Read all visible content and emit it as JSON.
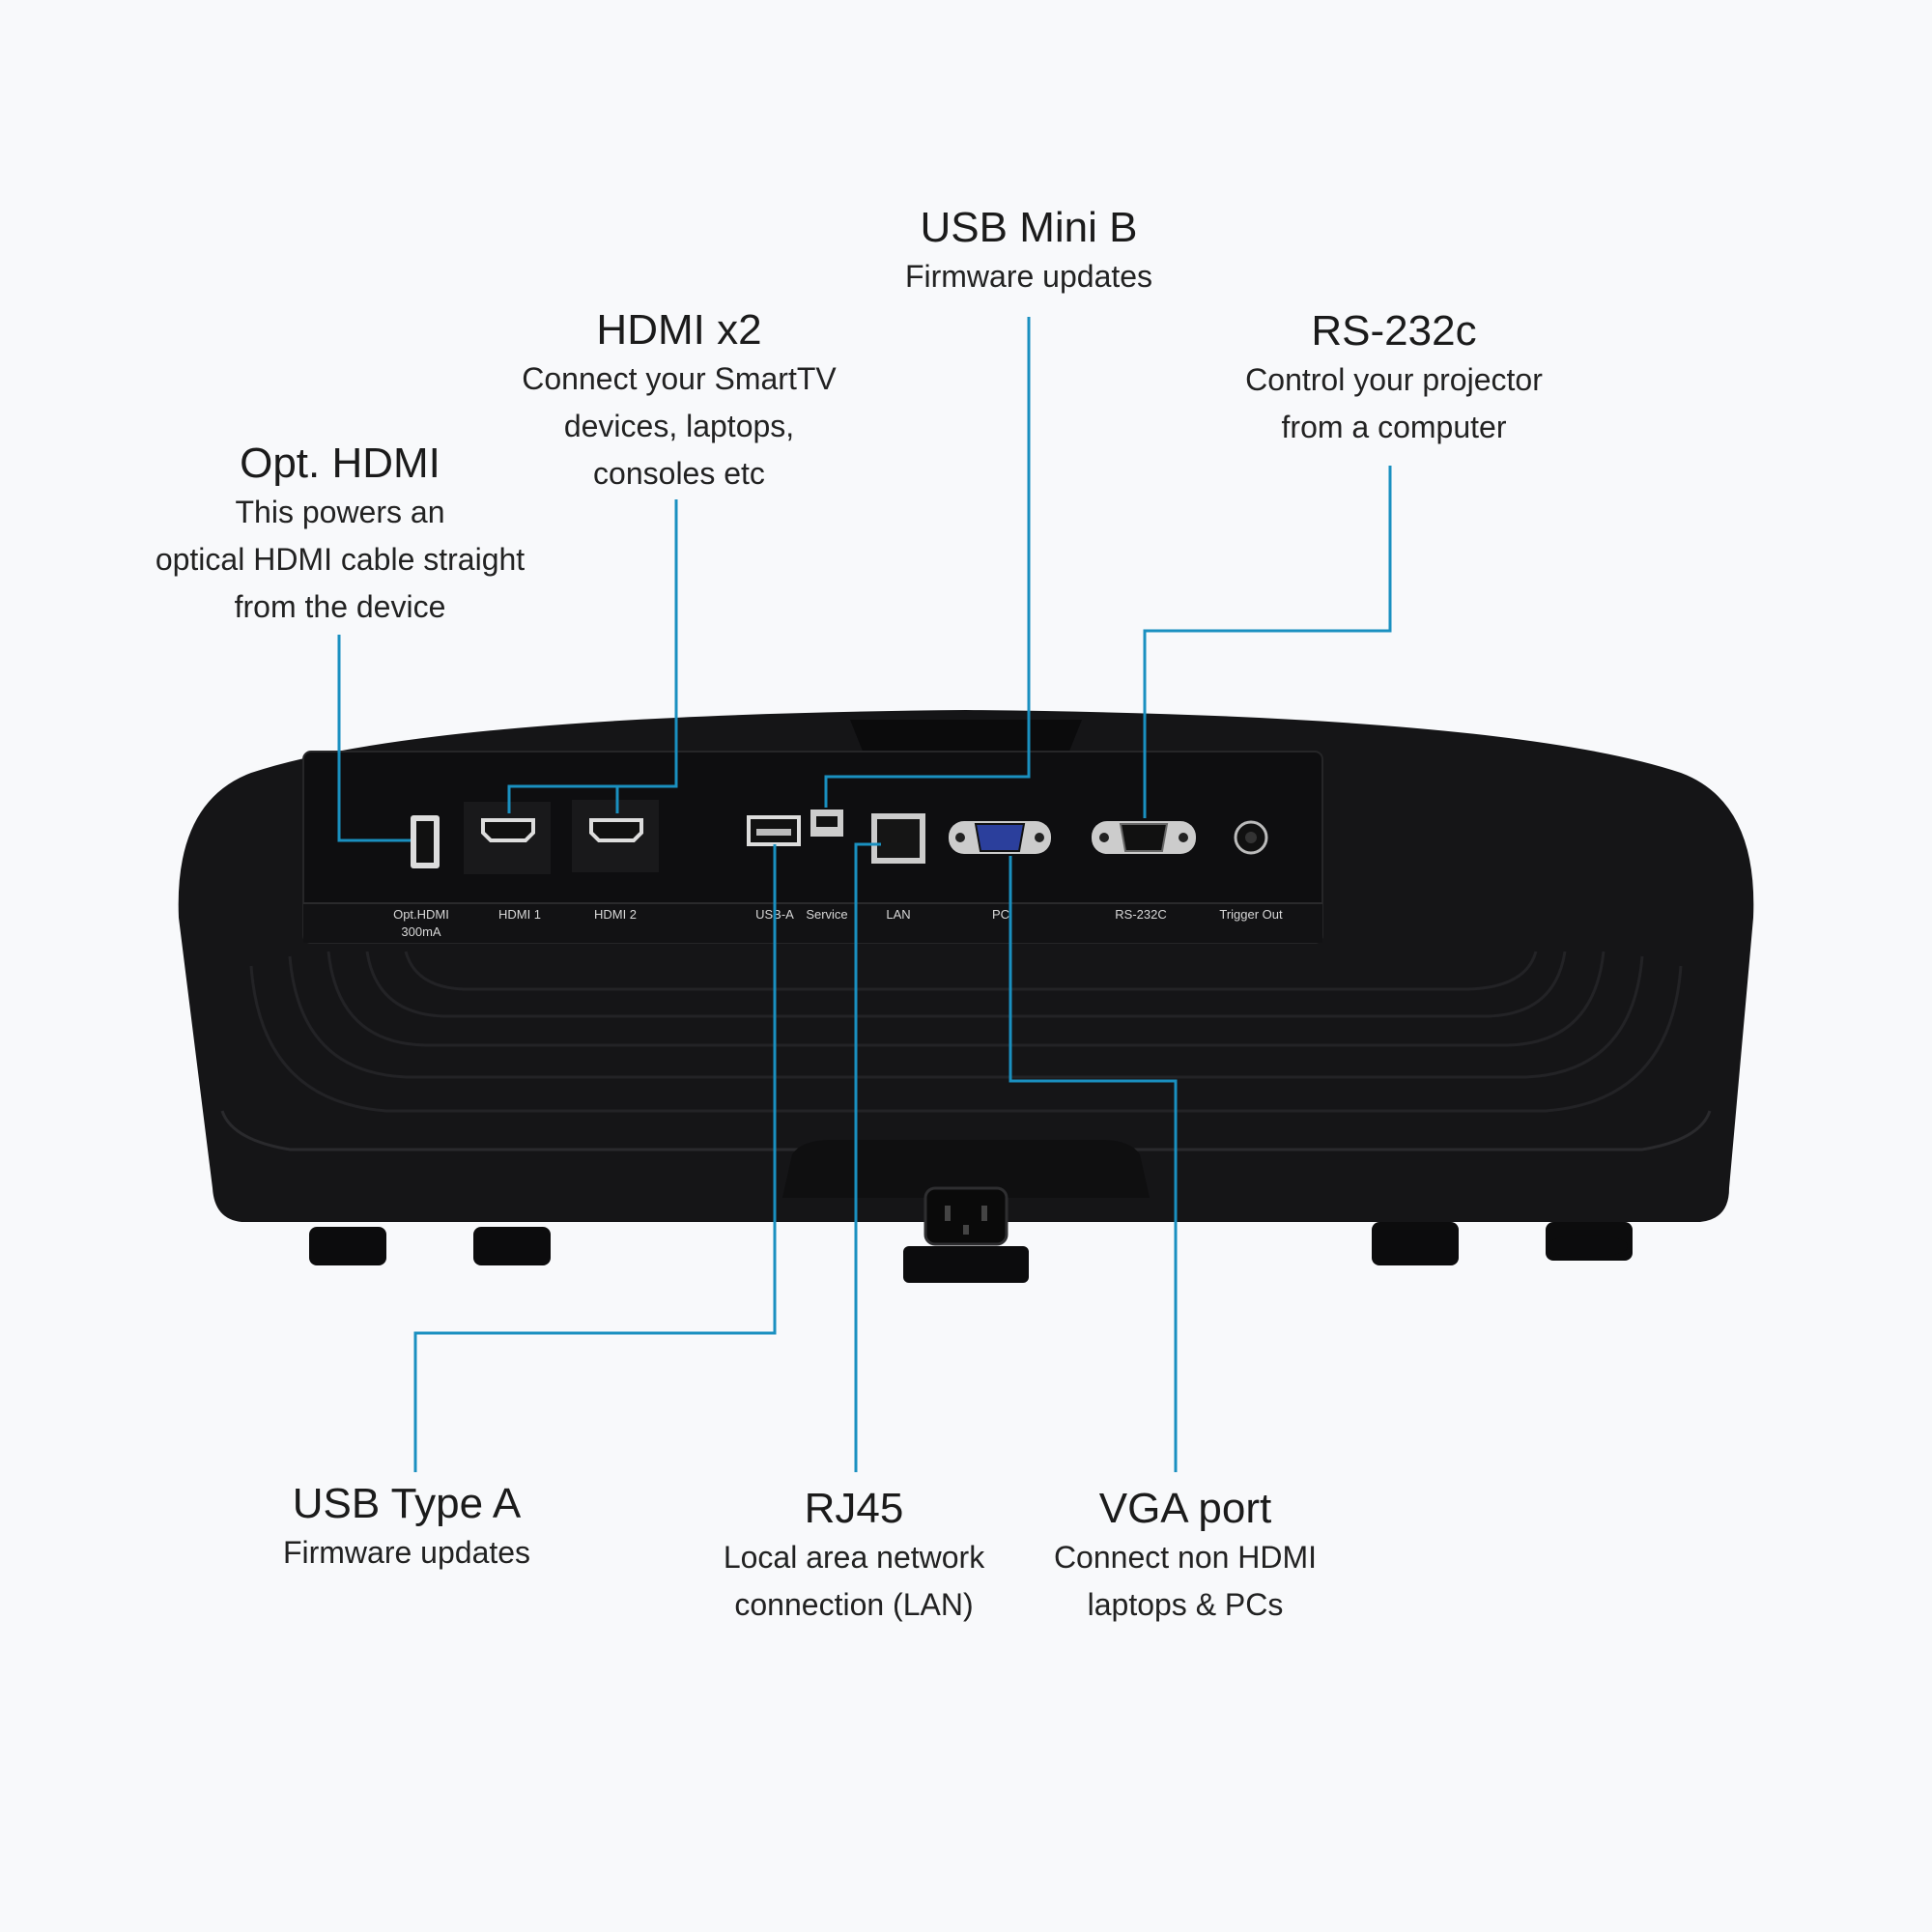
{
  "callouts": {
    "usb_mini_b": {
      "title": "USB Mini B",
      "lines": [
        "Firmware updates"
      ]
    },
    "hdmi_x2": {
      "title": "HDMI x2",
      "lines": [
        "Connect your SmartTV",
        "devices, laptops,",
        "consoles etc"
      ]
    },
    "rs232c": {
      "title": "RS-232c",
      "lines": [
        "Control your projector",
        "from a computer"
      ]
    },
    "opt_hdmi": {
      "title": "Opt. HDMI",
      "lines": [
        "This powers an",
        "optical HDMI cable straight",
        "from the device"
      ]
    },
    "usb_type_a": {
      "title": "USB Type A",
      "lines": [
        "Firmware updates"
      ]
    },
    "rj45": {
      "title": "RJ45",
      "lines": [
        "Local area network",
        "connection (LAN)"
      ]
    },
    "vga": {
      "title": "VGA port",
      "lines": [
        "Connect non HDMI",
        "laptops & PCs"
      ]
    }
  },
  "port_labels": {
    "opt_hdmi": "Opt.HDMI",
    "opt_hdmi_sub": "300mA",
    "hdmi1": "HDMI 1",
    "hdmi2": "HDMI 2",
    "usb_a": "USB-A",
    "service": "Service",
    "lan": "LAN",
    "pc": "PC",
    "rs232c": "RS-232C",
    "trigger": "Trigger Out"
  },
  "colors": {
    "leader": "#1a90c0",
    "body": "#141416",
    "background": "#f8f9fb"
  }
}
